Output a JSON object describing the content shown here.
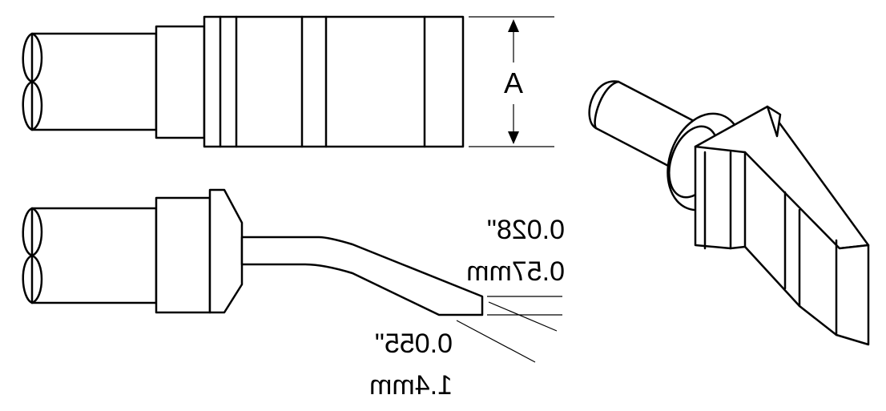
{
  "top_view": {
    "dimension_label": "A"
  },
  "side_view": {
    "thickness_inch": "0.028\"",
    "thickness_mm": "0.57mm",
    "width_inch": "0.055\"",
    "width_mm": "1.4mm"
  },
  "colors": {
    "line": "#000000",
    "background": "#ffffff"
  }
}
